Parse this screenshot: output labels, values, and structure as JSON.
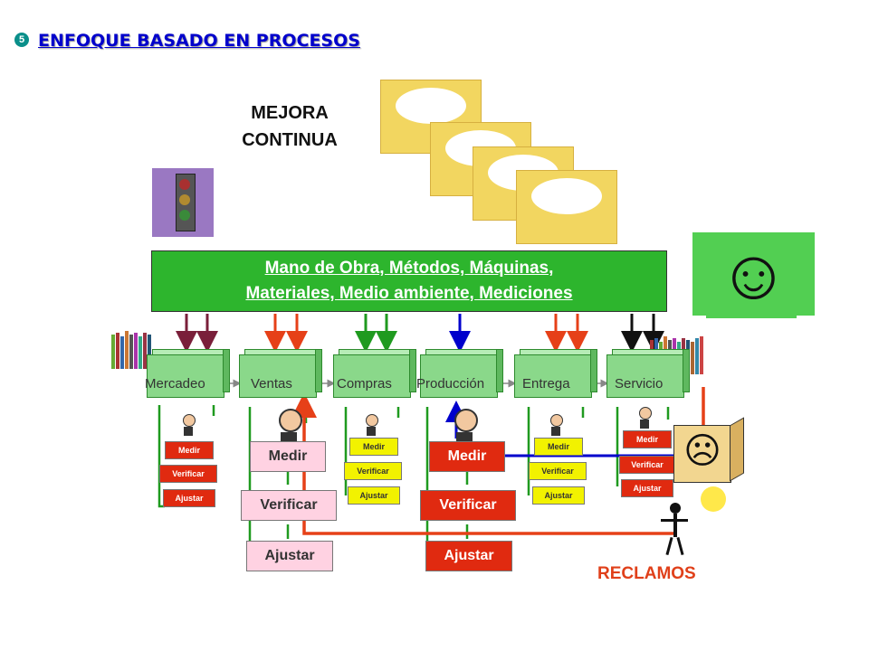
{
  "header": {
    "bullet": "5",
    "title": "ENFOQUE BASADO EN PROCESOS"
  },
  "mejora": {
    "line1": "MEJORA",
    "line2": "CONTINUA"
  },
  "resources": {
    "line1": "Mano de Obra, Métodos, Máquinas,",
    "line2": "Materiales, Medio ambiente, Mediciones"
  },
  "smiley": "☺",
  "frown": "☹",
  "processes": [
    "Mercadeo",
    "Ventas",
    "Compras",
    "Producción",
    "Entrega",
    "Servicio"
  ],
  "steps": {
    "medir": "Medir",
    "verificar": "Verificar",
    "ajustar": "Ajustar"
  },
  "steps_small": {
    "medir": "Medir",
    "verificar": "Verificar",
    "ajustar": "Ajustar"
  },
  "reclamos": "RECLAMOS",
  "colors": {
    "green": "#2db52d",
    "red": "#e02a10",
    "yellow": "#f2f200",
    "pink": "#ffd2e2",
    "blue": "#0000cc",
    "maroon": "#7a1f3a"
  }
}
